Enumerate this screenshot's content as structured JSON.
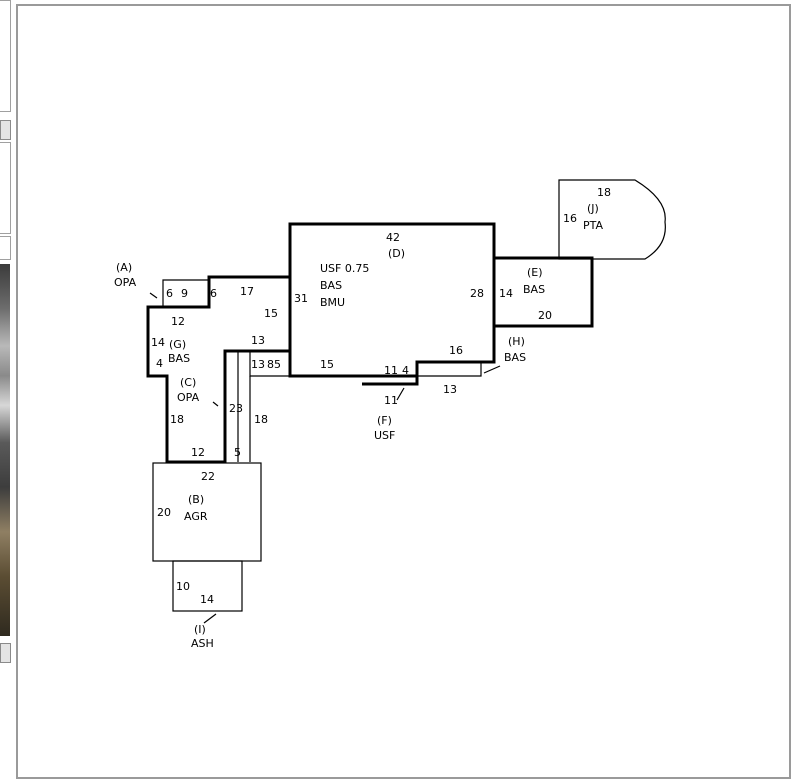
{
  "colors": {
    "line": "#000000",
    "frame": "#9a9a9a",
    "background": "#ffffff"
  },
  "sketch": {
    "A": {
      "code": "(A)",
      "type": "OPA"
    },
    "B": {
      "code": "(B)",
      "type": "AGR"
    },
    "C": {
      "code": "(C)",
      "type": "OPA"
    },
    "D": {
      "code": "(D)",
      "line1": "USF 0.75",
      "line2": "BAS",
      "line3": "BMU"
    },
    "E": {
      "code": "(E)",
      "type": "BAS"
    },
    "F": {
      "code": "(F)",
      "type": "USF"
    },
    "G": {
      "code": "(G)",
      "type": "BAS"
    },
    "H": {
      "code": "(H)",
      "type": "BAS"
    },
    "I": {
      "code": "(I)",
      "type": "ASH"
    },
    "J": {
      "code": "(J)",
      "type": "PTA"
    },
    "dims": {
      "a_left": "6",
      "a_top": "9",
      "a_right": "6",
      "g_top": "17",
      "g_right": "15",
      "g_mid": "12",
      "g_left": "14",
      "g_short": "4",
      "g_step": "13",
      "c_left": "18",
      "c_bottom": "12",
      "c_right": "23",
      "c_small1": "13",
      "c_small2": "85",
      "corr_right": "18",
      "corr_bottom": "5",
      "d_top": "42",
      "d_left": "31",
      "d_right": "28",
      "d_bottom_left": "15",
      "d_step": "16",
      "f_top": "11",
      "f_side": "4",
      "f_bottom": "11",
      "h_bottom": "13",
      "e_left": "14",
      "e_bottom": "20",
      "j_top": "18",
      "j_left": "16",
      "b_top": "22",
      "b_left": "20",
      "i_left": "10",
      "i_bottom": "14"
    }
  }
}
